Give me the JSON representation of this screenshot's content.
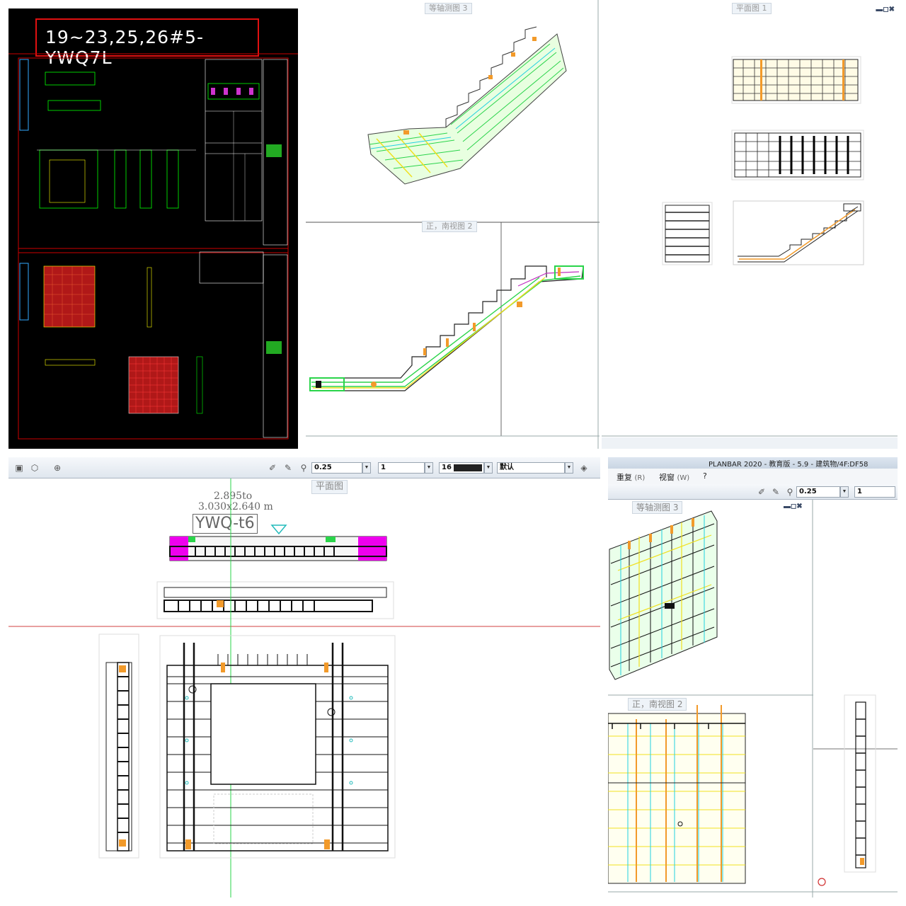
{
  "cad_sheet": {
    "drawing_id": "19~23,25,26#5-YWQ7L",
    "title_color": "#ffffff",
    "highlight_color": "#e01010"
  },
  "top_middle": {
    "view_tab_top": "等轴测图 3",
    "view_tab_front": "正，南视图 2"
  },
  "top_right": {
    "view_tab": "平面图 1",
    "window_controls": "▬◻✖"
  },
  "bottom_left": {
    "toolbar": {
      "pen_value": "0.25",
      "line_value": "1",
      "color_value": "16",
      "layer_value": "默认"
    },
    "view_tab": "平面图",
    "dimension_line1": "2.895to",
    "dimension_line2": "3.030x2.640 m",
    "element_label": "YWQ-t6"
  },
  "bottom_right": {
    "app_title": "PLANBAR 2020 - 教育版 - 5.9 - 建筑物/4F:DF58",
    "menu": [
      {
        "label": "重复",
        "key": "(R)"
      },
      {
        "label": "视窗",
        "key": "(W)"
      },
      {
        "label": "?",
        "key": ""
      }
    ],
    "toolbar": {
      "pen_value": "0.25",
      "line_value": "1"
    },
    "view_tab_iso": "等轴测图 3",
    "view_tab_front": "正，南视图 2",
    "window_controls": "▬◻✖"
  }
}
